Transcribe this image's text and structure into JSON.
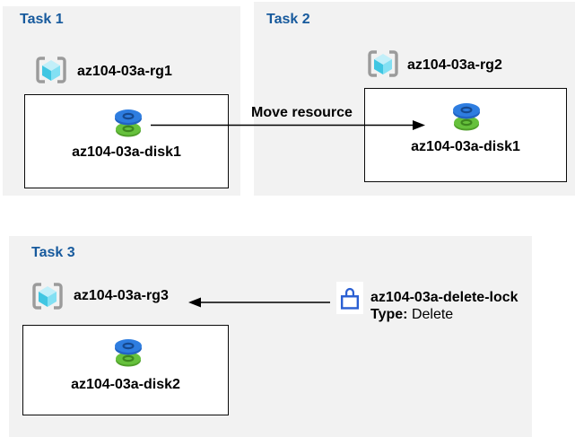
{
  "diagram": {
    "tasks": [
      {
        "title": "Task 1",
        "rg": "az104-03a-rg1",
        "resource": "az104-03a-disk1"
      },
      {
        "title": "Task 2",
        "rg": "az104-03a-rg2",
        "resource": "az104-03a-disk1"
      },
      {
        "title": "Task 3",
        "rg": "az104-03a-rg3",
        "resource": "az104-03a-disk2"
      }
    ],
    "move_arrow": {
      "label": "Move resource",
      "direction": "right"
    },
    "lock_arrow": {
      "direction": "left"
    },
    "lock": {
      "name": "az104-03a-delete-lock",
      "type_label": "Type:",
      "type_value": "Delete"
    },
    "icons": {
      "resource_group": "resource-group-icon",
      "disk": "disk-icon",
      "lock": "lock-icon"
    },
    "colors": {
      "panel_bg": "#f2f2f2",
      "heading": "#175a9d",
      "text": "#000000",
      "arrow": "#000000",
      "lock_blue": "#2a5fd3"
    }
  }
}
